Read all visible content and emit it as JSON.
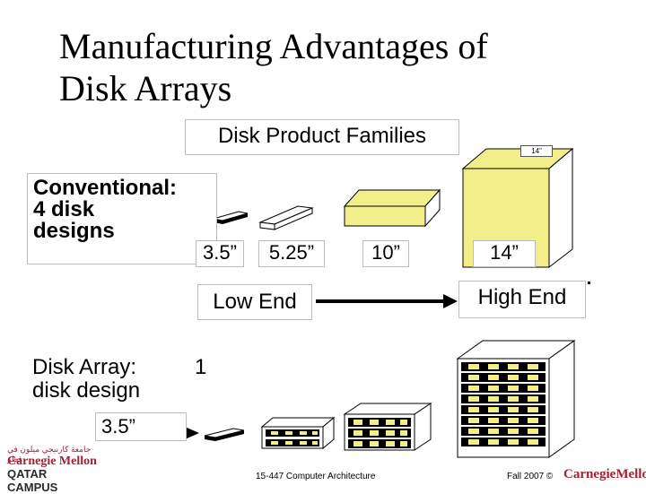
{
  "slide": {
    "title_line1": "Manufacturing Advantages of",
    "title_line2": "Disk Arrays"
  },
  "families": {
    "label": "Disk Product Families"
  },
  "conventional": {
    "label": "Conventional:\n4 disk\ndesigns"
  },
  "sizes": {
    "s35": "3.5”",
    "s525": "5.25”",
    "s10": "10”",
    "s14": "14”",
    "bottom": "3.5”"
  },
  "dim_tag": "14”",
  "range": {
    "low": "Low End",
    "high": "High End"
  },
  "array": {
    "label": "Disk Array:\ndisk design",
    "count": "1"
  },
  "footer": {
    "center": "15-447 Computer Architecture",
    "right": "Fall 2007 ©",
    "cmu": "CarnegieMellon"
  },
  "logo": {
    "arabic": "جامعة كارنيجي ميلون في قطر",
    "cmu": "Carnegie Mellon",
    "campus": "QATAR CAMPUS"
  },
  "colors": {
    "disk_fill": "#f2ef8a",
    "arrow": "#000000",
    "brand": "#a31f34"
  }
}
